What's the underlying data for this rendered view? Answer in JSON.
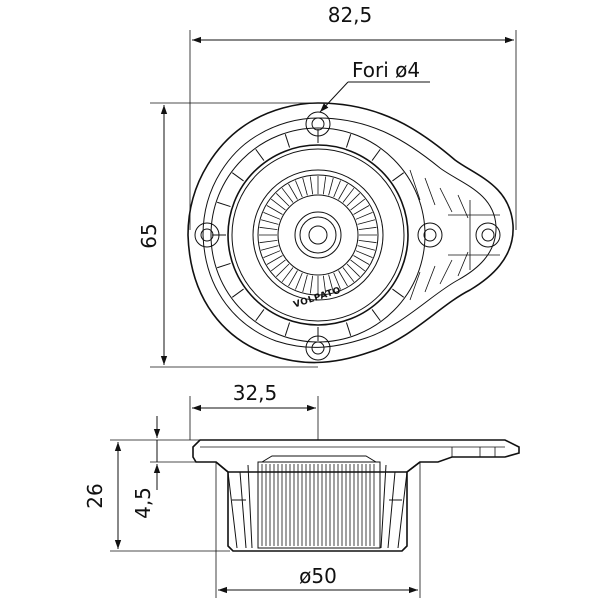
{
  "dimensions": {
    "top_width": "82,5",
    "hole_label": "Fori ø4",
    "height": "65",
    "inner_width": "32,5",
    "total_height": "26",
    "flange_height": "4,5",
    "diameter": "ø50"
  },
  "brand": "VOLPATO",
  "icons": {
    "holes": "mounting-hole-icon"
  }
}
